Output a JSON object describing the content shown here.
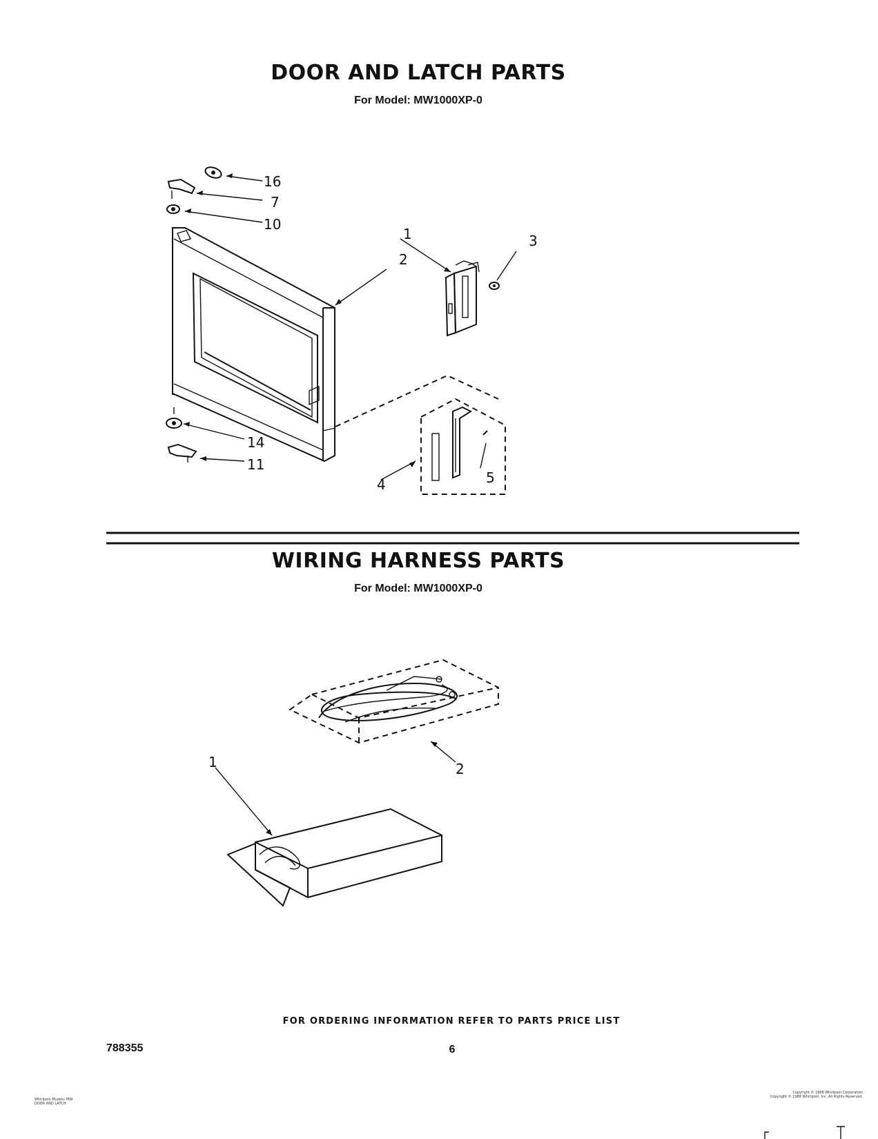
{
  "sections": [
    {
      "title": "DOOR AND LATCH PARTS",
      "model_line": "For Model: MW1000XP-0",
      "callouts": [
        "16",
        "7",
        "10",
        "1",
        "2",
        "3",
        "14",
        "11",
        "4",
        "5"
      ]
    },
    {
      "title": "WIRING HARNESS PARTS",
      "model_line": "For Model: MW1000XP-0",
      "callouts": [
        "1",
        "2"
      ]
    }
  ],
  "footer": {
    "ordering_note": "FOR ORDERING INFORMATION REFER TO PARTS PRICE LIST",
    "doc_number": "788355",
    "page_number": "6"
  },
  "fine_print": {
    "left": [
      "Whirlpool Models: MW",
      "DOOR AND LATCH"
    ],
    "right": [
      "Copyright © 1988 Whirlpool Corporation",
      "Copyright © 1988 Whirlpool, Inc. All Rights Reserved."
    ]
  }
}
